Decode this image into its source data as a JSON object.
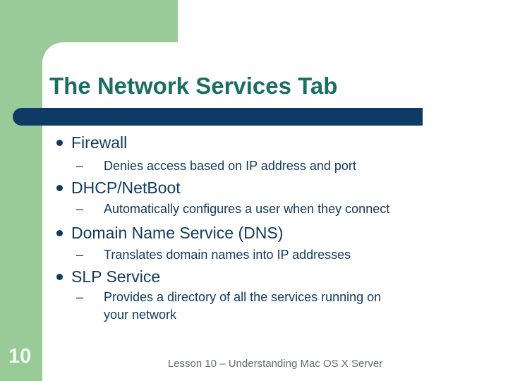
{
  "slide": {
    "title": "The Network Services Tab",
    "bullets": [
      {
        "label": "Firewall",
        "sub_marker": "–",
        "sub_lines": [
          "Denies access based on IP address and port",
          ""
        ]
      },
      {
        "label": "DHCP/NetBoot",
        "sub_marker": "–",
        "sub_lines": [
          "Automatically configures a user when they connect",
          ""
        ]
      },
      {
        "label": "Domain Name Service (DNS)",
        "sub_marker": "–",
        "sub_lines": [
          "Translates domain names into IP addresses",
          ""
        ]
      },
      {
        "label": "SLP Service",
        "sub_marker": "–",
        "sub_lines": [
          "Provides a directory of all the services running on",
          "your network"
        ]
      }
    ],
    "slide_number": "10",
    "footer": "Lesson 10 – Understanding Mac OS X Server",
    "colors": {
      "accent_green": "#99CB99",
      "title_teal": "#1B6E63",
      "bar_navy": "#0E3A66",
      "body_navy": "#123A60",
      "footer_gray": "#5E7070",
      "slide_number_white": "#F4F9F4"
    }
  }
}
